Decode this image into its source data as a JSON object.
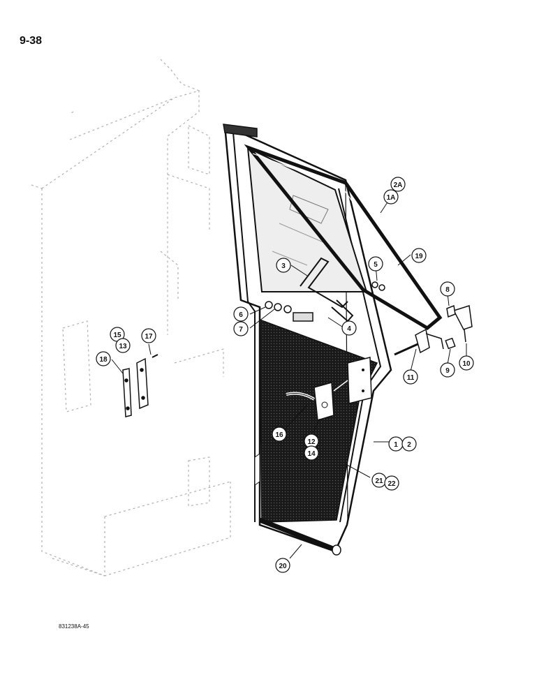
{
  "page_number": "9-38",
  "figure_code": "831238A-45",
  "callouts": {
    "c2a": "2A",
    "c1a": "1A",
    "c19": "19",
    "c3": "3",
    "c5": "5",
    "c8": "8",
    "c6": "6",
    "c7": "7",
    "c4": "4",
    "c15": "15",
    "c13": "13",
    "c17": "17",
    "c18": "18",
    "c11": "11",
    "c9": "9",
    "c10": "10",
    "c16": "16",
    "c12": "12",
    "c14": "14",
    "c1": "1",
    "c2": "2",
    "c21": "21",
    "c22": "22",
    "c20": "20"
  }
}
